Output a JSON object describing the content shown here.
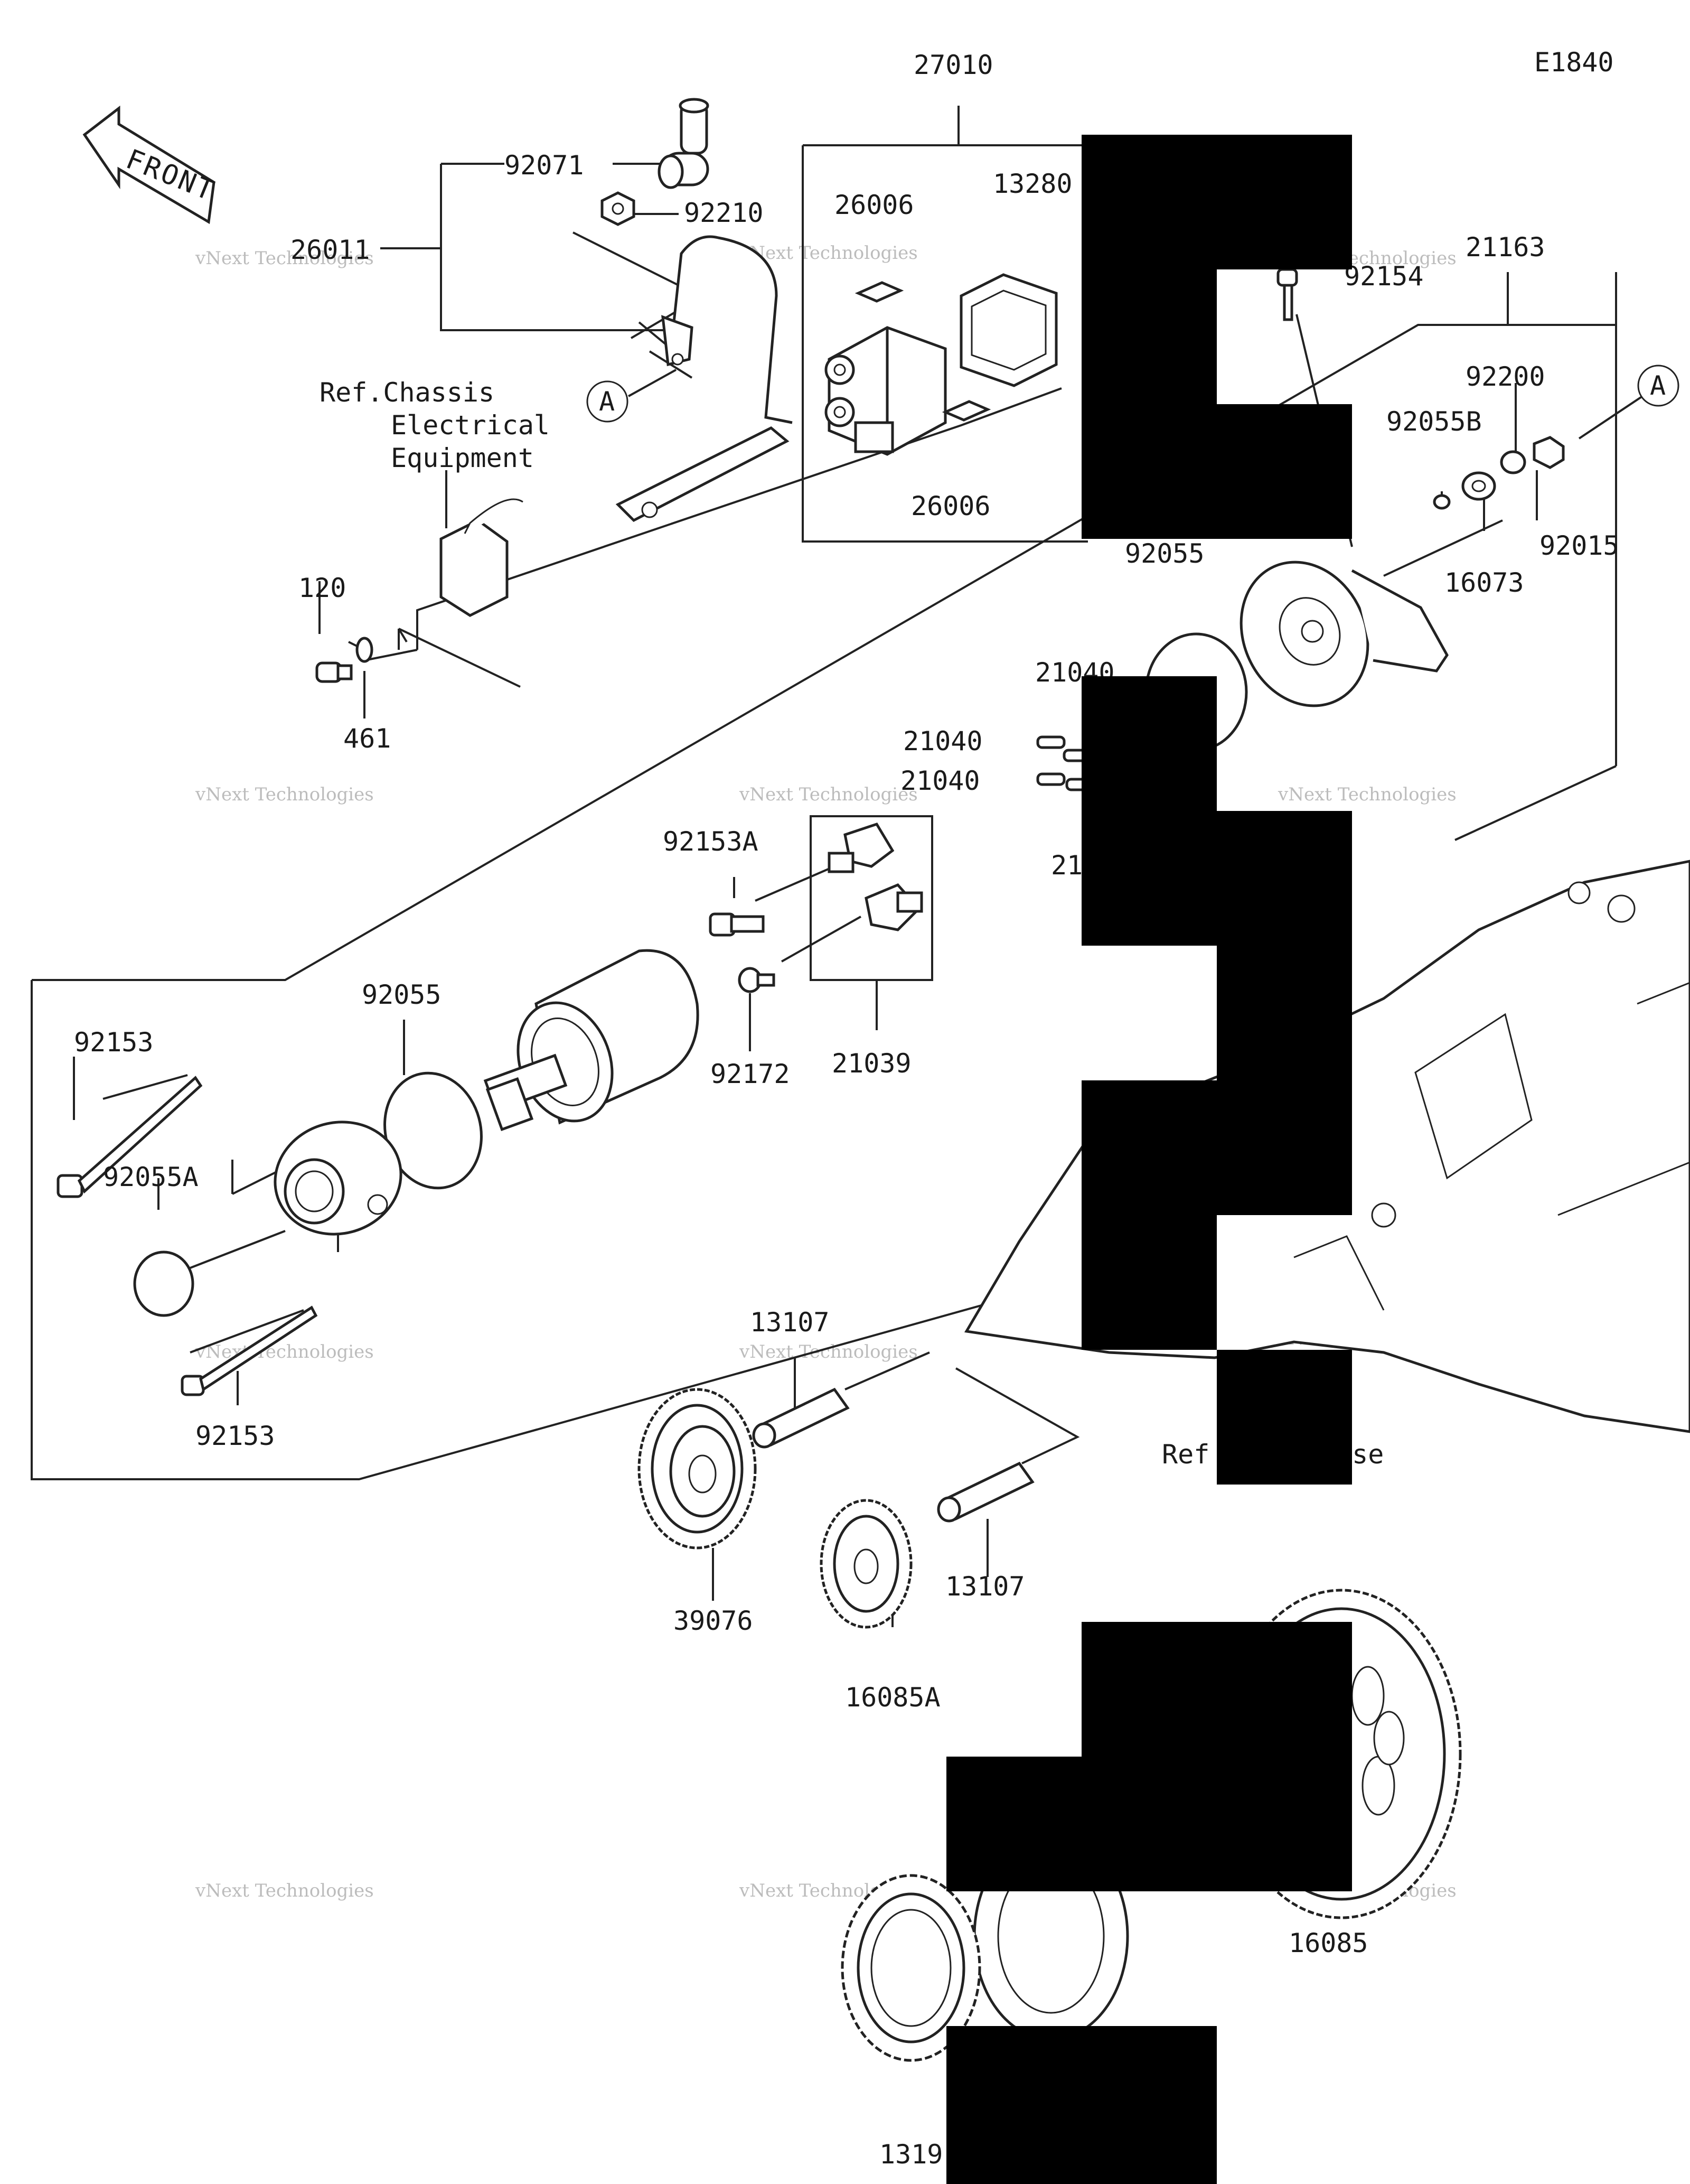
{
  "diagram": {
    "code": "E1840",
    "front_arrow": "FRONT",
    "callout_letter": "A",
    "watermark": "vNext Technologies",
    "reference_labels": {
      "chassis": [
        "Ref.Chassis",
        "Electrical",
        "Equipment"
      ],
      "crankcase_partial": "Ref",
      "crankcase_tail": "ase"
    },
    "part_numbers": {
      "p27010": "27010",
      "p92071": "92071",
      "p92210": "92210",
      "p26011": "26011",
      "p26006a": "26006",
      "p26006b": "26006",
      "p13280": "13280",
      "p92154": "92154",
      "p21163": "21163",
      "p92200": "92200",
      "p92055B": "92055B",
      "p92015": "92015",
      "p16073": "16073",
      "p92055top": "92055",
      "p21040a": "21040",
      "p21040b": "21040",
      "p21040c": "21040",
      "p21partial": "21",
      "p92153A": "92153A",
      "p92172": "92172",
      "p21039": "21039",
      "p120": "120",
      "p461": "461",
      "p92055mid": "92055",
      "p92153a": "92153",
      "p92055A": "92055A",
      "p92153b": "92153",
      "p13107a": "13107",
      "p13107b": "13107",
      "p39076": "39076",
      "p16085A": "16085A",
      "p16085": "16085",
      "p1319partial": "1319"
    }
  }
}
